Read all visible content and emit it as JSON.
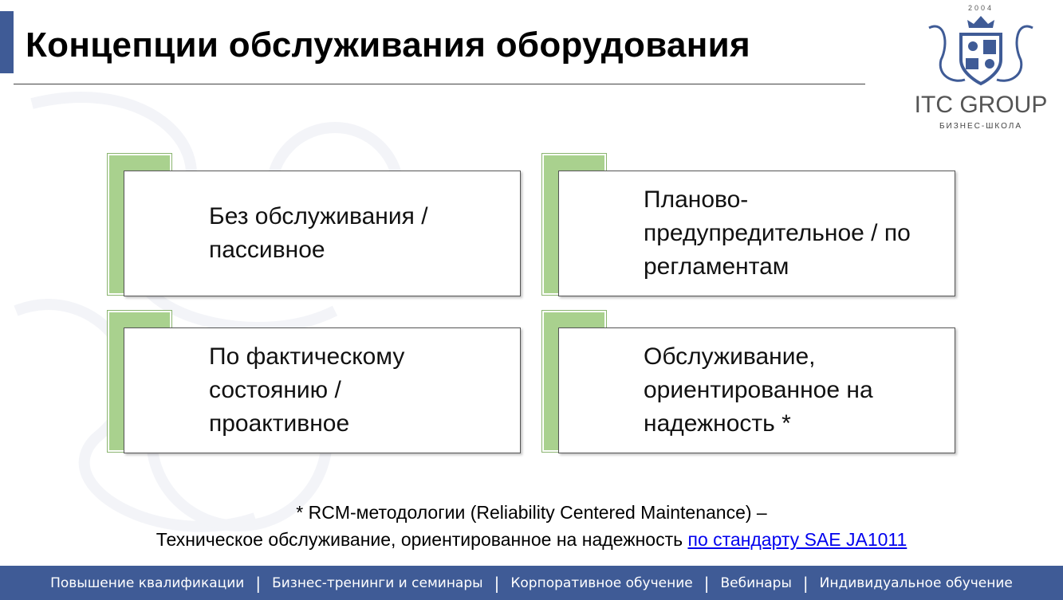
{
  "title": "Концепции обслуживания оборудования",
  "logo": {
    "year": "2004",
    "brand": "ITC GROUP",
    "subtitle": "БИЗНЕС-ШКОЛА"
  },
  "cards": [
    {
      "text": "Без обслуживания / пассивное"
    },
    {
      "text": "Планово-предупредительное / по регламентам"
    },
    {
      "text": "По фактическому состоянию / проактивное"
    },
    {
      "text": "Обслуживание, ориентированное на надежность *"
    }
  ],
  "note": {
    "line1": "* RCM-методологии (Reliability Centered Maintenance) –",
    "line2": "Техническое обслуживание, ориентированное на надежность ",
    "link": "по стандарту SAE JA1011"
  },
  "footer": {
    "items": [
      "Повышение квалификации",
      "Бизнес-тренинги и семинары",
      "Корпоративное обучение",
      "Вебинары",
      "Индивидуальное обучение"
    ],
    "separator": "|"
  },
  "colors": {
    "accent": "#3f5b96",
    "green": "#a9d18e"
  }
}
